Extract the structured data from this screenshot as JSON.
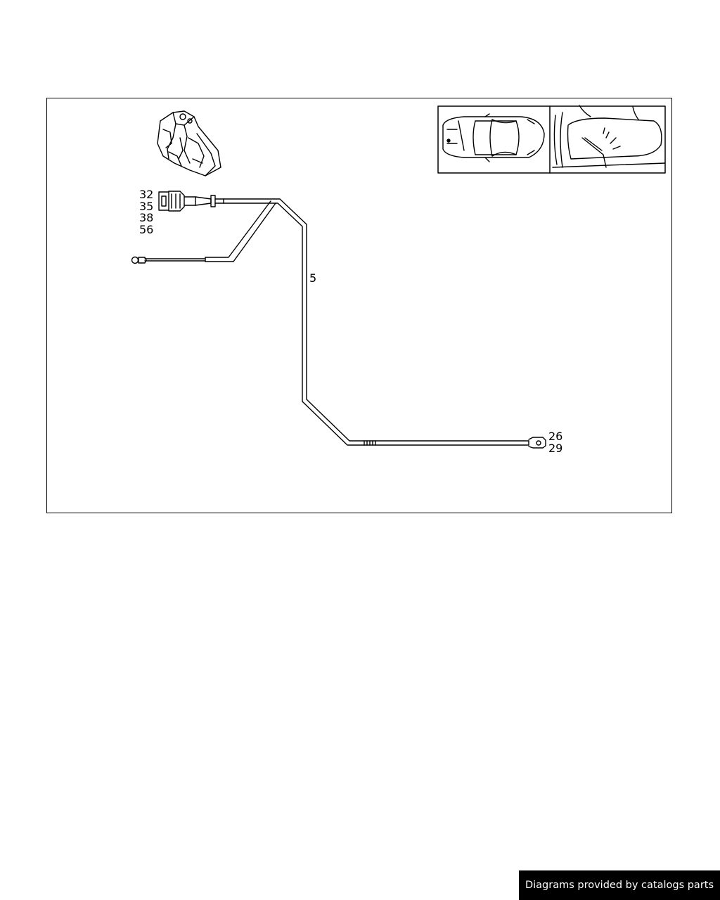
{
  "diagram": {
    "callouts": {
      "connector": [
        "32",
        "35",
        "38",
        "56"
      ],
      "harness": "5",
      "end_terminal": [
        "26",
        "29"
      ]
    }
  },
  "footer": {
    "text": "Diagrams provided by catalogs parts",
    "background": "#000000",
    "color": "#ffffff"
  }
}
